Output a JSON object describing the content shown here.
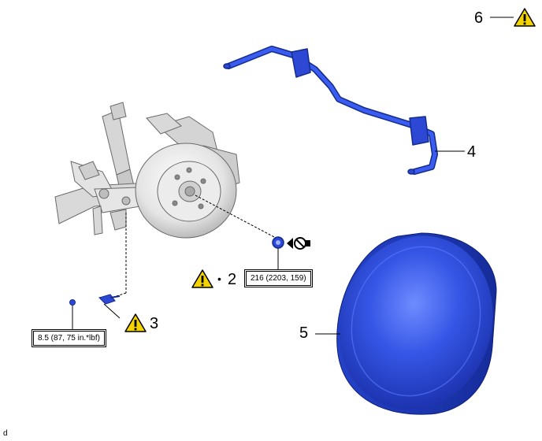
{
  "callouts": {
    "n2": "2",
    "n3": "3",
    "n4": "4",
    "n5": "5",
    "n6": "6"
  },
  "torques": {
    "nut": "216 (2203, 159)",
    "bolt": "8.5 (87, 75 in.*lbf)"
  },
  "bullet": "•",
  "figure_code": "d",
  "icons": {
    "warning": "caution-triangle-icon",
    "do_not_reuse": "do-not-reuse-icon"
  },
  "colors": {
    "part_blue": "#2f4fd0",
    "part_blue_dark": "#142c8c",
    "warning_yellow": "#f4d400",
    "assembly_gray": "#c9c9c9"
  }
}
